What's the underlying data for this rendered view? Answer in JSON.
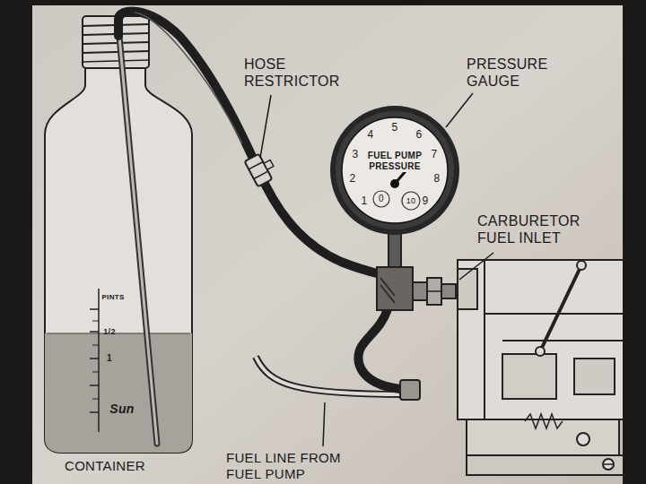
{
  "diagram": {
    "labels": [
      "HOSE RESTRICTOR",
      "PRESSURE GAUGE",
      "CARBURETOR FUEL INLET",
      "CONTAINER",
      "FUEL LINE FROM FUEL PUMP",
      "FUEL PUMP PRESSURE",
      "1",
      "2",
      "3",
      "4",
      "5",
      "6",
      "7",
      "8",
      "9",
      "10",
      "0",
      "PINTS",
      "1/2",
      "1",
      "Sun"
    ]
  }
}
